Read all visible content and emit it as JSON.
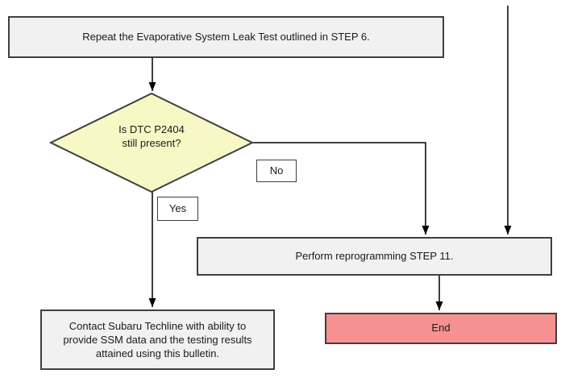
{
  "flowchart": {
    "repeat_box": {
      "label": "Repeat the Evaporative System Leak Test outlined in STEP 6."
    },
    "decision": {
      "line1": "Is DTC P2404",
      "line2": "still present?"
    },
    "no_label": "No",
    "yes_label": "Yes",
    "reprogram_box": {
      "label": "Perform reprogramming STEP 11."
    },
    "contact_box": {
      "line1": "Contact Subaru Techline with ability to",
      "line2": "provide SSM data and the testing results",
      "line3": "attained using this bulletin."
    },
    "end_box": {
      "label": "End"
    }
  },
  "colors": {
    "process_fill": "#f1f1f1",
    "process_border": "#3f3f3f",
    "decision_fill": "#f8f8c6",
    "decision_border": "#3f3f3f",
    "end_fill": "#f79090",
    "connector": "#000000"
  }
}
